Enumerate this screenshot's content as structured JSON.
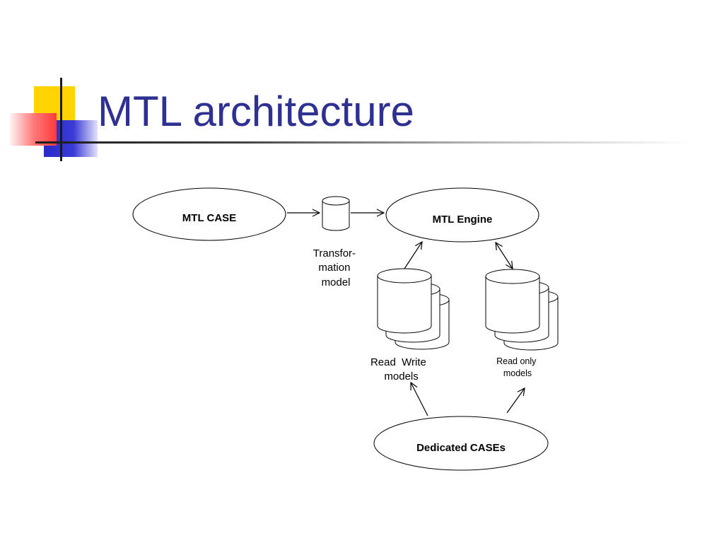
{
  "slide": {
    "title": "MTL architecture"
  },
  "diagram": {
    "nodes": {
      "mtl_case": "MTL CASE",
      "mtl_engine": "MTL Engine",
      "dedicated_cases": "Dedicated CASEs"
    },
    "labels": {
      "transformation_model": [
        "Transfor-",
        "mation",
        "model"
      ],
      "read_write_models": [
        "Read  Write",
        "models"
      ],
      "read_only_models": [
        "Read only",
        "models"
      ]
    }
  },
  "colors": {
    "title": "#2e3192",
    "deco_yellow": "#ffd400",
    "deco_red": "#ff4d4d",
    "deco_blue": "#3333cc"
  }
}
